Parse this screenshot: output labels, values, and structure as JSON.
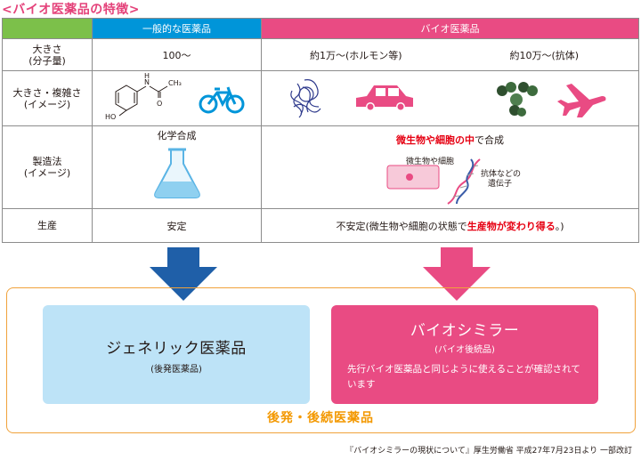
{
  "title": "<バイオ医薬品の特徴>",
  "header": {
    "small": "一般的な医薬品",
    "bio": "バイオ医薬品"
  },
  "rows": {
    "size": {
      "label_l1": "大きさ",
      "label_l2": "(分子量)",
      "small": "100〜",
      "bio_a": "約1万〜(ホルモン等)",
      "bio_b": "約10万〜(抗体)"
    },
    "complexity": {
      "label_l1": "大きさ・複雑さ",
      "label_l2": "(イメージ)",
      "mol_n": "N",
      "mol_h": "H",
      "mol_ch3": "CH₃",
      "mol_o": "O",
      "mol_ho": "HO"
    },
    "method": {
      "label_l1": "製造法",
      "label_l2": "(イメージ)",
      "small": "化学合成",
      "bio_red1": "微生物",
      "bio_mid1": "や",
      "bio_red2": "細胞の中",
      "bio_tail": "で合成",
      "cell_label": "微生物や細胞",
      "gene_label_l1": "抗体などの",
      "gene_label_l2": "遺伝子"
    },
    "production": {
      "label": "生産",
      "small": "安定",
      "bio_head": "不安定(微生物や細胞の状態で",
      "bio_red": "生産物が変わり得る",
      "bio_tail": "。)"
    }
  },
  "outcome": {
    "generic_title": "ジェネリック医薬品",
    "generic_sub": "(後発医薬品)",
    "bio_title": "バイオシミラー",
    "bio_sub": "(バイオ後続品)",
    "bio_desc": "先行バイオ医薬品と同じように使えることが確認されています",
    "group_label": "後発・後続医薬品"
  },
  "source": "『バイオシミラーの現状について』厚生労働省 平成27年7月23日より 一部改訂",
  "colors": {
    "title": "#e4427a",
    "green": "#7cc04a",
    "blue": "#0095d9",
    "pink": "#e94b83",
    "navy_arrow": "#1f5fa8",
    "light_blue": "#bde3f7",
    "orange": "#f39800",
    "red": "#e60012"
  }
}
